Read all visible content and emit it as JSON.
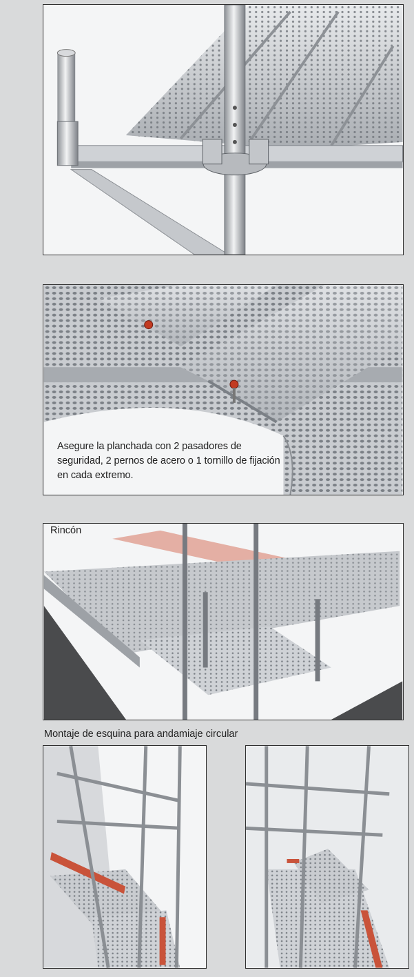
{
  "figures": [
    {
      "name": "scaffold-bracket-connection"
    },
    {
      "name": "secured-deck-planks",
      "caption": "Asegure la planchada con 2 pasadores de seguridad, 2 pernos de acero o 1 tornillo de fijación en cada extremo."
    },
    {
      "name": "corner-assembly",
      "label": "Rincón"
    },
    {
      "name": "circular-corner-left"
    },
    {
      "name": "circular-corner-right"
    }
  ],
  "subheading": "Montaje de esquina para andamiaje circular",
  "colors": {
    "panel": "#d9dadb",
    "frame_border": "#2f2f2f",
    "steel": "#b9bcc0",
    "highlight_red": "#c23b22",
    "toe_board": "#d35a3a"
  }
}
